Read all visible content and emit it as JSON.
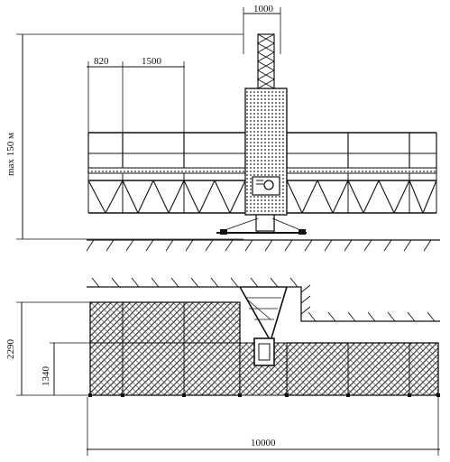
{
  "dimensions": {
    "mast_width": "1000",
    "edge_section": "820",
    "section_length": "1500",
    "max_height": "max 150 м",
    "platform_width_total": "2290",
    "platform_width": "1340",
    "platform_length": "10000"
  },
  "colors": {
    "line": "#111111",
    "background": "#ffffff"
  }
}
